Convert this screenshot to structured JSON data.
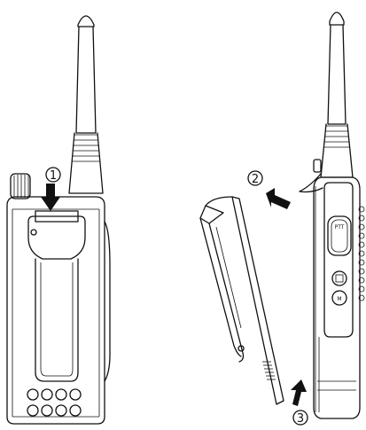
{
  "steps": [
    {
      "number": "1",
      "label": "①"
    },
    {
      "number": "2",
      "label": "②"
    },
    {
      "number": "3",
      "label": "③"
    }
  ],
  "radio_side": {
    "ptt_label": "PTT",
    "mode_label": "M"
  }
}
